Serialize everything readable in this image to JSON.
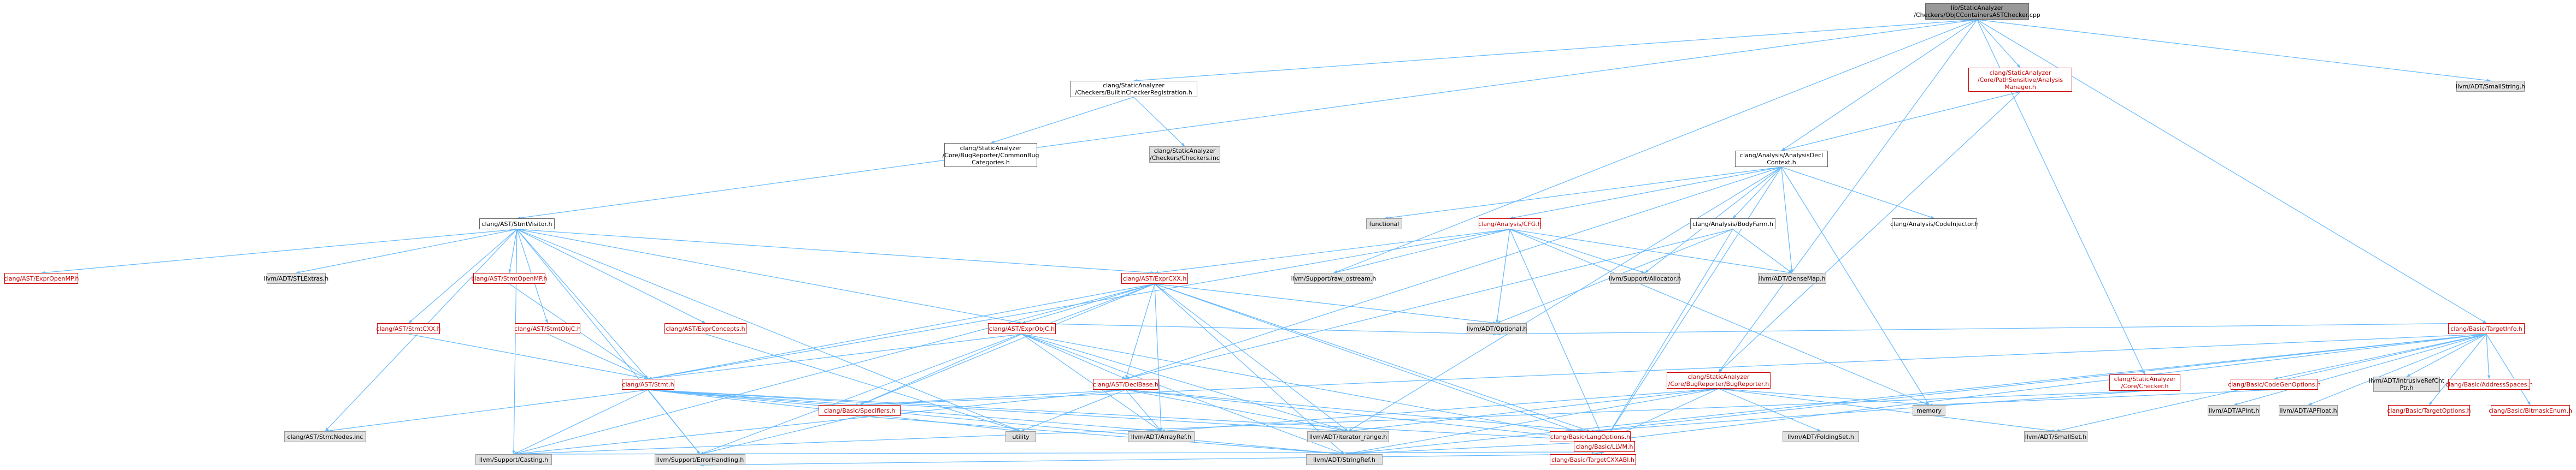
{
  "colors": {
    "edge": "#63b8ff",
    "red_node": "#cc0000",
    "gray_fill": "#e0e0e0",
    "root_fill": "#999999"
  },
  "nodes": {
    "root": "lib/StaticAnalyzer\n/Checkers/ObjCContainersASTChecker.cpp",
    "builtin_checker_registration": "clang/StaticAnalyzer\n/Checkers/BuiltinCheckerRegistration.h",
    "path_sensitive_analysis_manager": "clang/StaticAnalyzer\n/Core/PathSensitive/Analysis\nManager.h",
    "small_string": "llvm/ADT/SmallString.h",
    "common_bug_categories": "clang/StaticAnalyzer\n/Core/BugReporter/CommonBug\nCategories.h",
    "checkers_inc": "clang/StaticAnalyzer\n/Checkers/Checkers.inc",
    "analysis_decl_context": "clang/Analysis/AnalysisDecl\nContext.h",
    "stmt_visitor": "clang/AST/StmtVisitor.h",
    "functional": "functional",
    "cfg": "clang/Analysis/CFG.h",
    "body_farm": "clang/Analysis/BodyFarm.h",
    "code_injector": "clang/Analysis/CodeInjector.h",
    "expr_openmp": "clang/AST/ExprOpenMP.h",
    "stl_extras": "llvm/ADT/STLExtras.h",
    "stmt_openmp": "clang/AST/StmtOpenMP.h",
    "expr_cxx": "clang/AST/ExprCXX.h",
    "raw_ostream": "llvm/Support/raw_ostream.h",
    "allocator": "llvm/Support/Allocator.h",
    "dense_map": "llvm/ADT/DenseMap.h",
    "target_info": "clang/Basic/TargetInfo.h",
    "stmt_cxx": "clang/AST/StmtCXX.h",
    "stmt_objc": "clang/AST/StmtObjC.h",
    "expr_concepts": "clang/AST/ExprConcepts.h",
    "expr_objc": "clang/AST/ExprObjC.h",
    "optional": "llvm/ADT/Optional.h",
    "bug_reporter": "clang/StaticAnalyzer\n/Core/BugReporter/BugReporter.h",
    "core_checker": "clang/StaticAnalyzer\n/Core/Checker.h",
    "code_gen_options": "clang/Basic/CodeGenOptions.h",
    "intrusive_ref_cnt_ptr": "llvm/ADT/IntrusiveRefCnt\nPtr.h",
    "address_spaces": "clang/Basic/AddressSpaces.h",
    "bitmask_enum": "clang/Basic/BitmaskEnum.h",
    "target_options": "clang/Basic/TargetOptions.h",
    "apfloat": "llvm/ADT/APFloat.h",
    "apint": "llvm/ADT/APInt.h",
    "stmt": "clang/AST/Stmt.h",
    "decl_base": "clang/AST/DeclBase.h",
    "memory": "memory",
    "stmt_nodes_inc": "clang/AST/StmtNodes.inc",
    "specifiers": "clang/Basic/Specifiers.h",
    "utility": "utility",
    "array_ref": "llvm/ADT/ArrayRef.h",
    "iterator_range": "llvm/ADT/iterator_range.h",
    "lang_options": "clang/Basic/LangOptions.h",
    "folding_set": "llvm/ADT/FoldingSet.h",
    "small_set": "llvm/ADT/SmallSet.h",
    "string_ref": "llvm/ADT/StringRef.h",
    "target_cxx_abi": "clang/Basic/TargetCXXABI.h",
    "error_handling": "llvm/Support/ErrorHandling.h",
    "llvm_h": "clang/Basic/LLVM.h",
    "casting": "llvm/Support/Casting.h"
  }
}
